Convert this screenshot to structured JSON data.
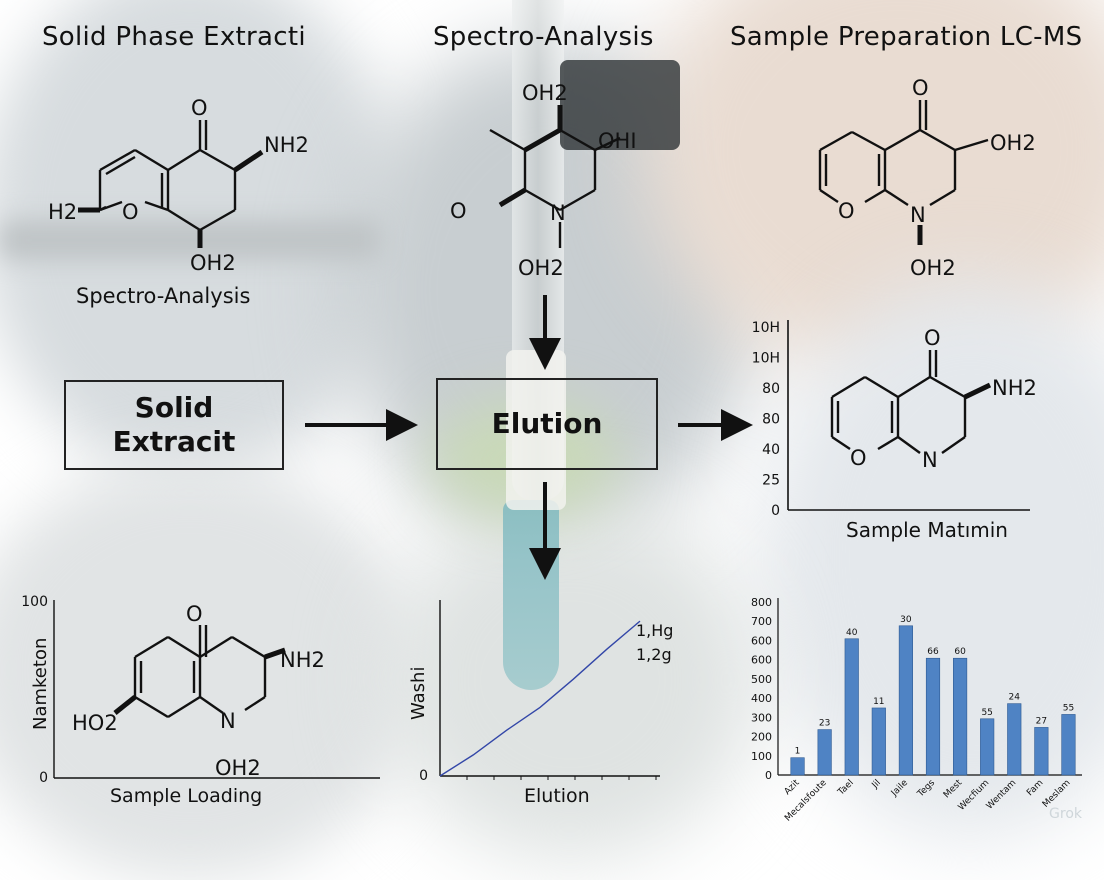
{
  "titles": {
    "left": "Solid Phase Extracti",
    "center": "Spectro-Analysis",
    "right": "Sample Preparation LC-MS"
  },
  "molecules": {
    "top_left": {
      "atoms": [
        "O",
        "NH2",
        "H2",
        "O",
        "OH2"
      ],
      "caption": "Spectro-Analysis"
    },
    "top_center": {
      "atoms": [
        "OH2",
        "OHI",
        "O",
        "N",
        "OH2"
      ]
    },
    "top_right": {
      "atoms": [
        "O",
        "OH2",
        "O",
        "N",
        "OH2"
      ]
    },
    "mid_right": {
      "atoms": [
        "O",
        "NH2",
        "O",
        "N"
      ]
    },
    "bottom_left": {
      "atoms": [
        "O",
        "NH2",
        "HO2",
        "N",
        "OH2"
      ]
    }
  },
  "flow": {
    "box1_line1": "Solid",
    "box1_line2": "Extracit",
    "box2": "Elution"
  },
  "chart_data": [
    {
      "type": "scatter",
      "ylabel": "Namketon",
      "xlabel": "Sample Loading",
      "y_ticks": [
        "100",
        "0"
      ],
      "ylim": [
        0,
        100
      ]
    },
    {
      "type": "line",
      "ylabel": "Washi",
      "xlabel": "Elution",
      "y_ticks": [
        "0"
      ],
      "annotations": [
        "1,Hg",
        "1,2g"
      ],
      "series": [
        {
          "x": [
            0,
            1,
            2,
            3,
            4,
            5,
            6
          ],
          "y": [
            0,
            12,
            26,
            39,
            55,
            72,
            88
          ]
        }
      ],
      "ylim": [
        0,
        100
      ]
    },
    {
      "type": "table",
      "xlabel": "Sample Matımin",
      "y_ticks": [
        "10H",
        "10H",
        "80",
        "80",
        "40",
        "25",
        "0"
      ]
    },
    {
      "type": "bar",
      "categories": [
        "Azit",
        "Mecalsfoute",
        "Tael",
        "Jil",
        "Jaile",
        "Tegs",
        "Mest",
        "Wecfium",
        "Wentam",
        "Fam",
        "Meslam"
      ],
      "values": [
        80,
        210,
        630,
        310,
        690,
        540,
        540,
        260,
        330,
        220,
        280
      ],
      "data_labels": [
        "1",
        "23",
        "40",
        "11",
        "30",
        "66",
        "60",
        "55",
        "24",
        "27",
        "55"
      ],
      "y_ticks": [
        "800",
        "700",
        "600",
        "600",
        "500",
        "400",
        "300",
        "200",
        "100",
        "0"
      ],
      "ylim": [
        0,
        800
      ]
    }
  ],
  "colors": {
    "bar": "#4f83c4",
    "line": "#3347a8"
  },
  "watermark": "Grok"
}
